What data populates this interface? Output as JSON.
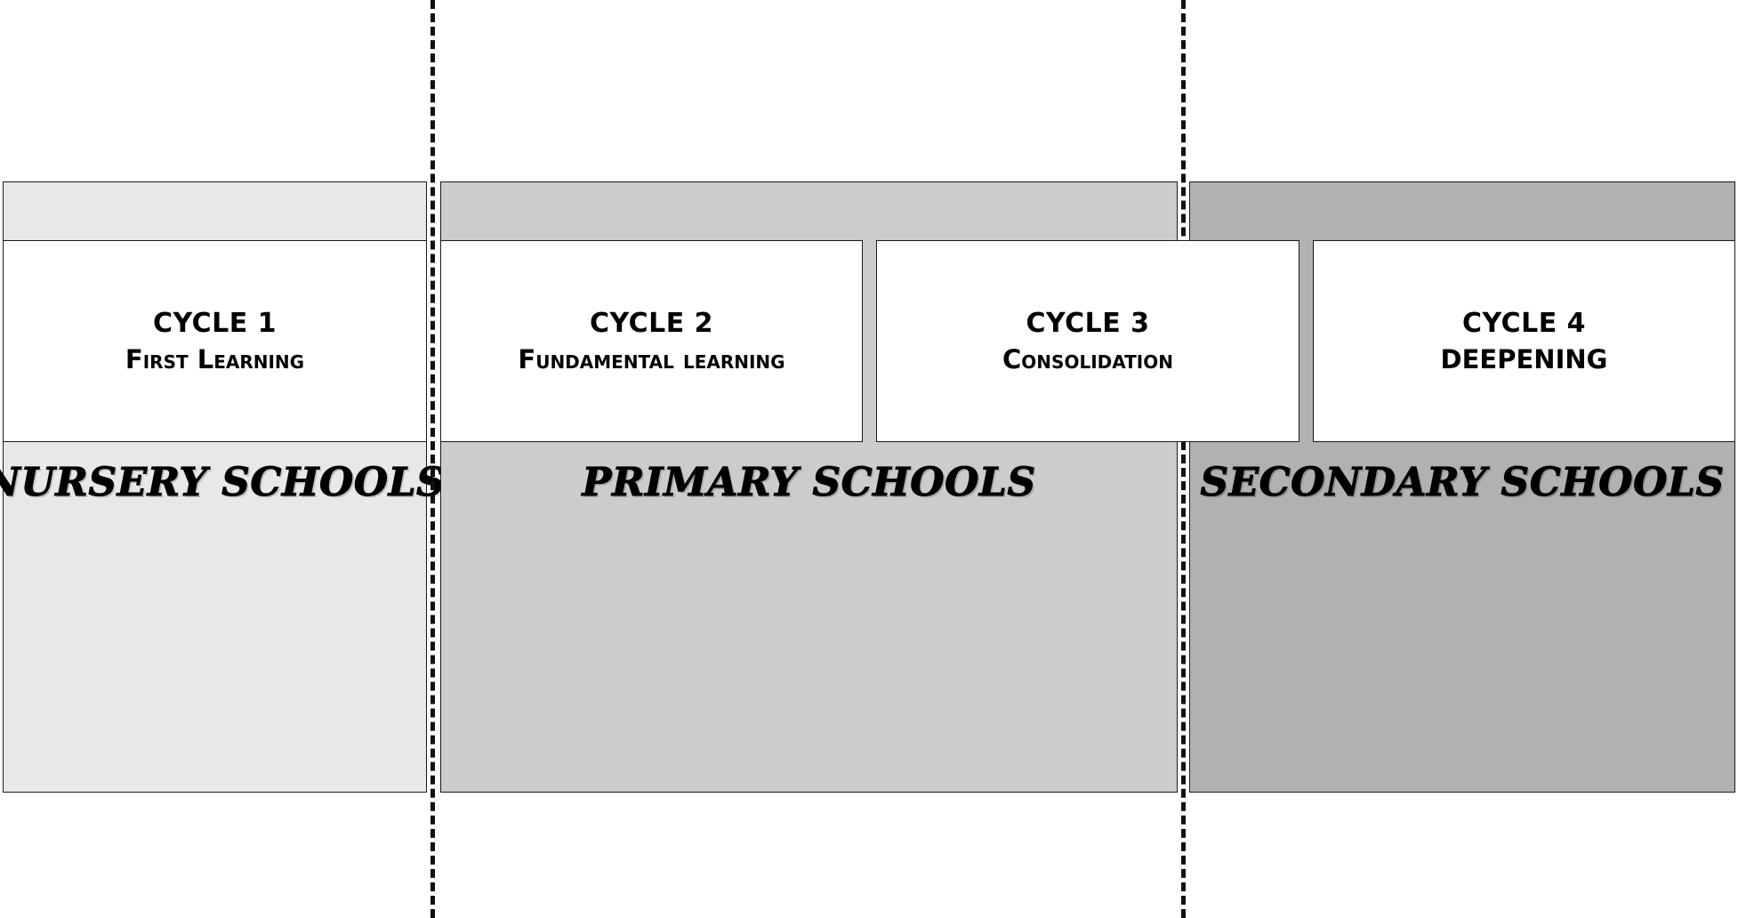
{
  "colors": {
    "nursery_fill": "#e8e8e8",
    "primary_fill": "#cccccc",
    "secondary_fill": "#b1b1b1",
    "cycle_box_fill": "#ffffff",
    "border": "#1a1a1a",
    "divider": "#111111"
  },
  "schools": {
    "nursery": {
      "label": "NURSERY SCHOOLS"
    },
    "primary": {
      "label": "PRIMARY SCHOOLS"
    },
    "secondary": {
      "label": "SECONDARY SCHOOLS"
    }
  },
  "cycles": [
    {
      "name": "CYCLE 1",
      "subtitle": "First Learning"
    },
    {
      "name": "CYCLE 2",
      "subtitle": "Fundamental learning"
    },
    {
      "name": "CYCLE 3",
      "subtitle": "Consolidation"
    },
    {
      "name": "CYCLE 4",
      "subtitle": "DEEPENING"
    }
  ]
}
